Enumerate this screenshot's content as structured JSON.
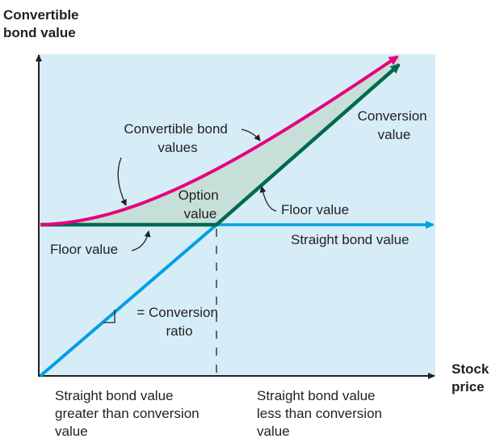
{
  "y_axis_title": [
    "Convertible",
    "bond value"
  ],
  "x_axis_title": [
    "Stock",
    "price"
  ],
  "labels": {
    "convertible_bond_values": [
      "Convertible bond",
      "values"
    ],
    "conversion_value": [
      "Conversion",
      "value"
    ],
    "option_value": [
      "Option",
      "value"
    ],
    "floor_value_right": "Floor value",
    "floor_value_left": "Floor value",
    "straight_bond_value": "Straight bond value",
    "conversion_ratio": [
      "= Conversion",
      "ratio"
    ]
  },
  "regions": {
    "left": [
      "Straight bond value",
      "greater than conversion",
      "value"
    ],
    "right": [
      "Straight bond value",
      "less than conversion",
      "value"
    ]
  },
  "colors": {
    "background": "#d6edf8",
    "shaded_area": "#c7dfd9",
    "convertible_curve": "#e6007e",
    "floor_line": "#006a4e",
    "straight_bond_line": "#00a0e0",
    "axis": "#231f20"
  }
}
